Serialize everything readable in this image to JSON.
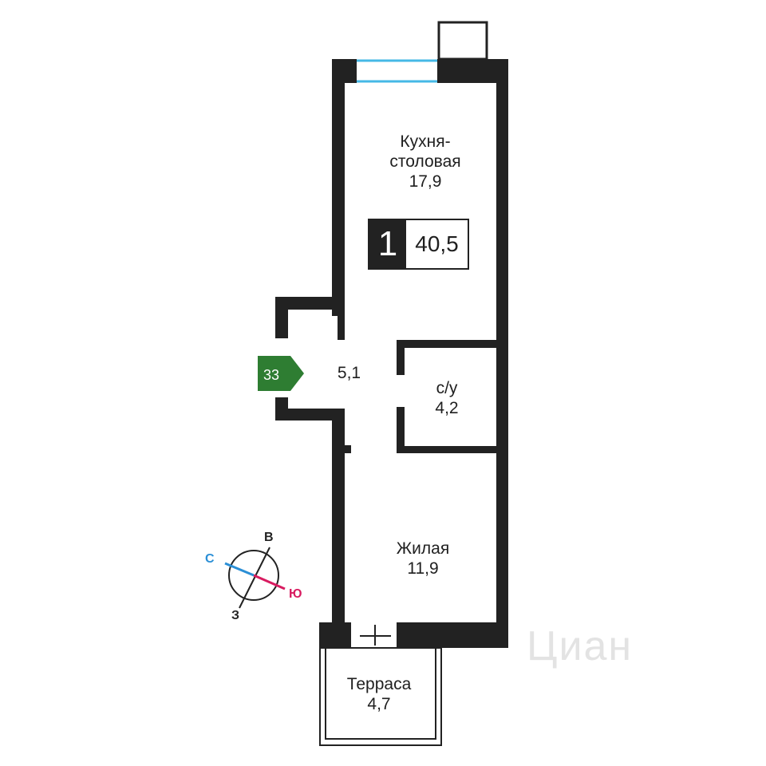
{
  "rooms": {
    "kitchen": {
      "label_line1": "Кухня-",
      "label_line2": "столовая",
      "area": "17,9"
    },
    "hall": {
      "area": "5,1"
    },
    "bathroom": {
      "label": "с/у",
      "area": "4,2"
    },
    "living": {
      "label": "Жилая",
      "area": "11,9"
    },
    "terrace": {
      "label": "Терраса",
      "area": "4,7"
    }
  },
  "badge": {
    "rooms": "1",
    "total_area": "40,5"
  },
  "apartment_number": "33",
  "compass": {
    "north": "С",
    "east": "В",
    "south": "Ю",
    "west": "З"
  },
  "watermark": "Циан",
  "colors": {
    "wall": "#222222",
    "window": "#45b8e6",
    "tag": "#2e7d32",
    "north": "#2b8fd6",
    "south": "#d81b60"
  }
}
